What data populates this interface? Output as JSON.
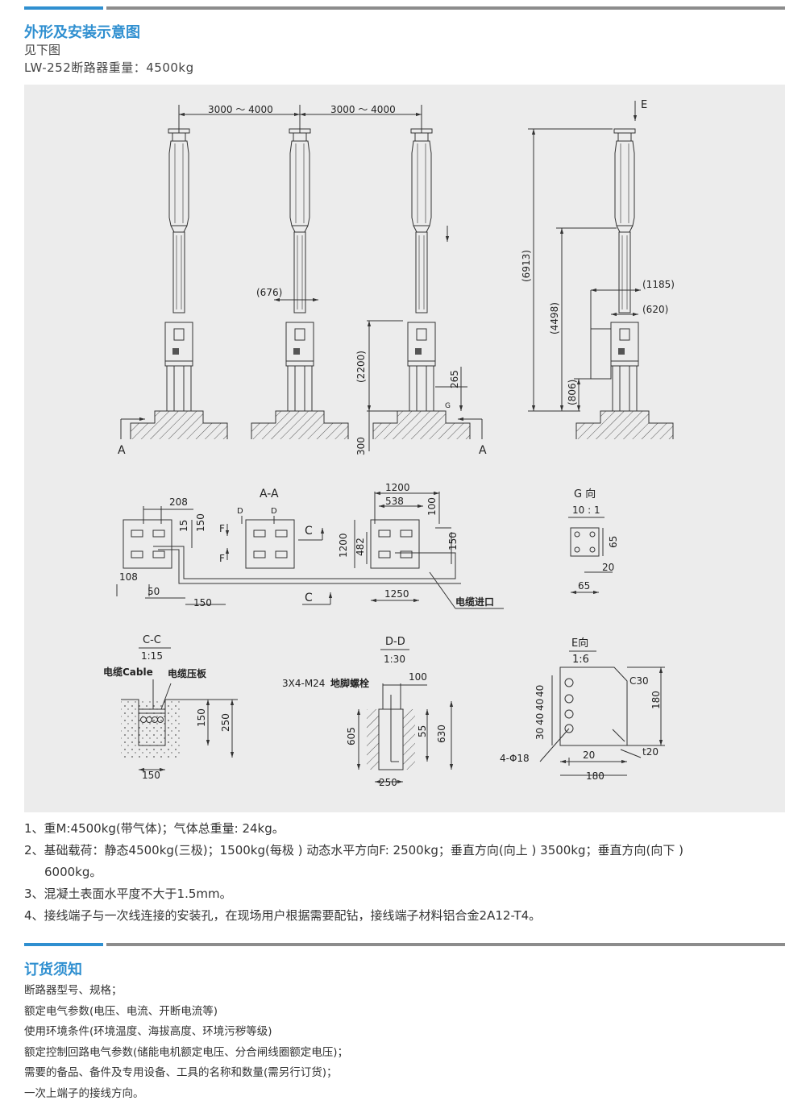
{
  "section1": {
    "title": "外形及安装示意图",
    "subtitle": "见下图",
    "weight_line": "LW-252断路器重量：4500kg"
  },
  "drawing": {
    "dims": {
      "span1": "3000 ～ 4000",
      "span2": "3000 ～ 4000",
      "d676": "(676)",
      "d2200": "(2200)",
      "d265": "265",
      "d300": "300",
      "g": "G",
      "a_left": "A",
      "a_right": "A",
      "e_arrow": "E",
      "d6913": "(6913)",
      "d4498": "(4498)",
      "d806": "(806)",
      "d1185": "(1185)",
      "d620": "(620)"
    },
    "aa": {
      "title": "A-A",
      "d208": "208",
      "d150a": "150",
      "d15": "15",
      "d108": "108",
      "d50": "50",
      "d150b": "150",
      "D1": "D",
      "D2": "D",
      "F1": "F",
      "F2": "F",
      "C1": "C",
      "C2": "C",
      "d1200a": "1200",
      "d538": "538",
      "d100": "100",
      "d1200b": "1200",
      "d482": "482",
      "d150c": "150",
      "d1250": "1250",
      "cable_entry": "电缆进口"
    },
    "g_view": {
      "title": "G 向",
      "scale": "10 : 1",
      "d65a": "65",
      "d20": "20",
      "d65b": "65"
    },
    "cc": {
      "title": "C-C",
      "scale": "1:15",
      "label_cable": "电缆Cable",
      "label_plate": "电缆压板",
      "d150a": "150",
      "d250": "250",
      "d150b": "150"
    },
    "dd": {
      "title": "D-D",
      "scale": "1:30",
      "bolt": "3X4-M24",
      "bolt_label": "地脚螺栓",
      "d100": "100",
      "d605": "605",
      "d55": "55",
      "d630": "630",
      "d250": "250"
    },
    "e_view": {
      "title": "E向",
      "scale": "1:6",
      "c30": "C30",
      "d180a": "180",
      "d40a": "40",
      "d40b": "40",
      "d40c": "40",
      "d30": "30",
      "holes": "4-Φ18",
      "d20": "20",
      "t20": "t20",
      "d180b": "180"
    }
  },
  "notes": [
    "1、重M:4500kg(带气体)；气体总重量: 24kg。",
    "2、基础载荷：静态4500kg(三极)；1500kg(每极 ) 动态水平方向F: 2500kg；垂直方向(向上 ) 3500kg；垂直方向(向下 )",
    "6000kg。",
    "3、混凝土表面水平度不大于1.5mm。",
    "4、接线端子与一次线连接的安装孔，在现场用户根据需要配钻，接线端子材料铝合金2A12-T4。"
  ],
  "section2": {
    "title": "订货须知",
    "items": [
      "断路器型号、规格；",
      "额定电气参数(电压、电流、开断电流等)",
      "使用环境条件(环境温度、海拔高度、环境污秽等级)",
      "额定控制回路电气参数(储能电机额定电压、分合闸线圈额定电压)；",
      "需要的备品、备件及专用设备、工具的名称和数量(需另行订货)；",
      "一次上端子的接线方向。"
    ]
  },
  "colors": {
    "accent": "#2f8fd0",
    "rule_gray": "#8c8c8c",
    "panel_bg": "#ececec"
  }
}
